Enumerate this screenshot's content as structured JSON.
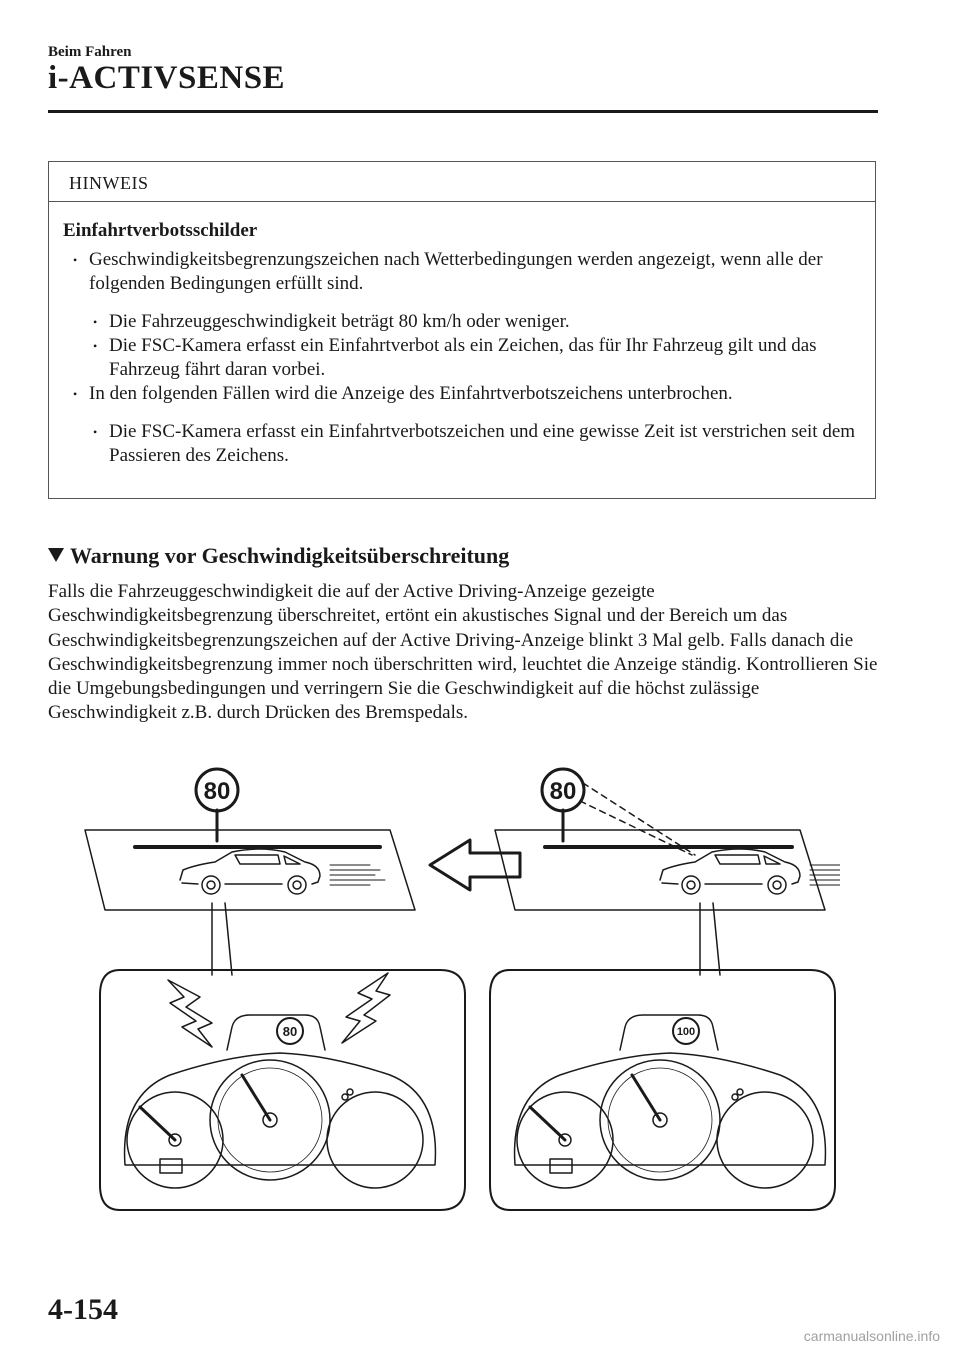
{
  "header": {
    "section": "Beim Fahren",
    "title": "i-ACTIVSENSE"
  },
  "note": {
    "label": "HINWEIS",
    "subtitle": "Einfahrtverbotsschilder",
    "bullet1": "Geschwindigkeitsbegrenzungszeichen nach Wetterbedingungen werden angezeigt, wenn alle der folgenden Bedingungen erfüllt sind.",
    "bullet1_sub1": "Die Fahrzeuggeschwindigkeit beträgt 80 km/h oder weniger.",
    "bullet1_sub2": "Die FSC-Kamera erfasst ein Einfahrtverbot als ein Zeichen, das für Ihr Fahrzeug gilt und das Fahrzeug fährt daran vorbei.",
    "bullet2": "In den folgenden Fällen wird die Anzeige des Einfahrtverbotszeichens unterbrochen.",
    "bullet2_sub1": "Die FSC-Kamera erfasst ein Einfahrtverbotszeichen und eine gewisse Zeit ist verstrichen seit dem Passieren des Zeichens."
  },
  "section": {
    "heading": "Warnung vor Geschwindigkeitsüberschreitung",
    "paragraph": "Falls die Fahrzeuggeschwindigkeit die auf der Active Driving-Anzeige gezeigte Geschwindigkeitsbegrenzung überschreitet, ertönt ein akustisches Signal und der Bereich um das Geschwindigkeitsbegrenzungszeichen auf der Active Driving-Anzeige blinkt 3 Mal gelb. Falls danach die Geschwindigkeitsbegrenzung immer noch überschritten wird, leuchtet die Anzeige ständig. Kontrollieren Sie die Umgebungsbedingungen und verringern Sie die Geschwindigkeit auf die höchst zulässige Geschwindigkeit z.B. durch Drücken des Bremspedals."
  },
  "figure": {
    "road_sign_left": "80",
    "road_sign_right": "80",
    "display_sign_left": "80",
    "display_sign_right": "100"
  },
  "footer": {
    "page_number": "4-154",
    "watermark": "carmanualsonline.info"
  }
}
